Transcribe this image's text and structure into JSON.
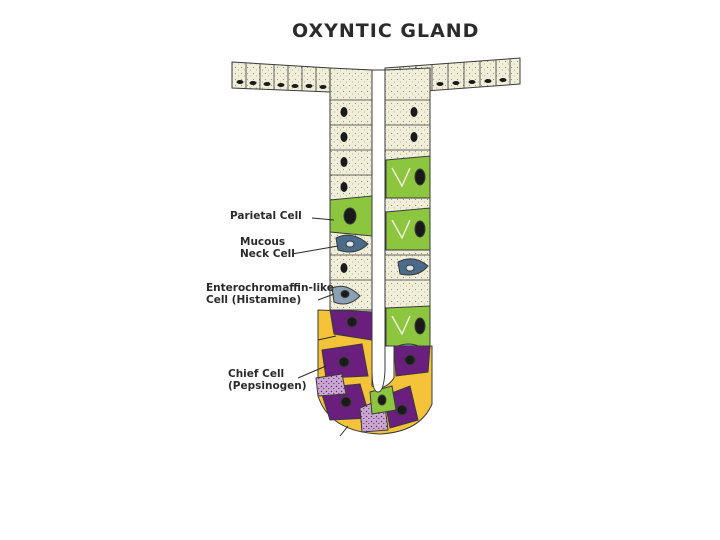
{
  "title": "OXYNTIC GLAND",
  "labels": {
    "parietal": "Parietal Cell",
    "mucous_line1": "Mucous",
    "mucous_line2": "Neck Cell",
    "entero_line1": "Enterochromaffin-like",
    "entero_line2": "Cell (Histamine)",
    "chief_line1": "Chief Cell",
    "chief_line2": "(Pepsinogen)"
  },
  "colors": {
    "surface_cell": "#f1efd9",
    "parietal": "#8cc63f",
    "mucous_neck": "#4a6b8a",
    "enterochromaffin": "#8aa0b4",
    "chief_purple": "#6a1e7d",
    "chief_light": "#c9a9cf",
    "yellow_cell": "#f4c33a",
    "nucleus": "#1a1a1a",
    "outline": "#3a3a3a"
  },
  "icons": [
    "gland-diagram"
  ]
}
